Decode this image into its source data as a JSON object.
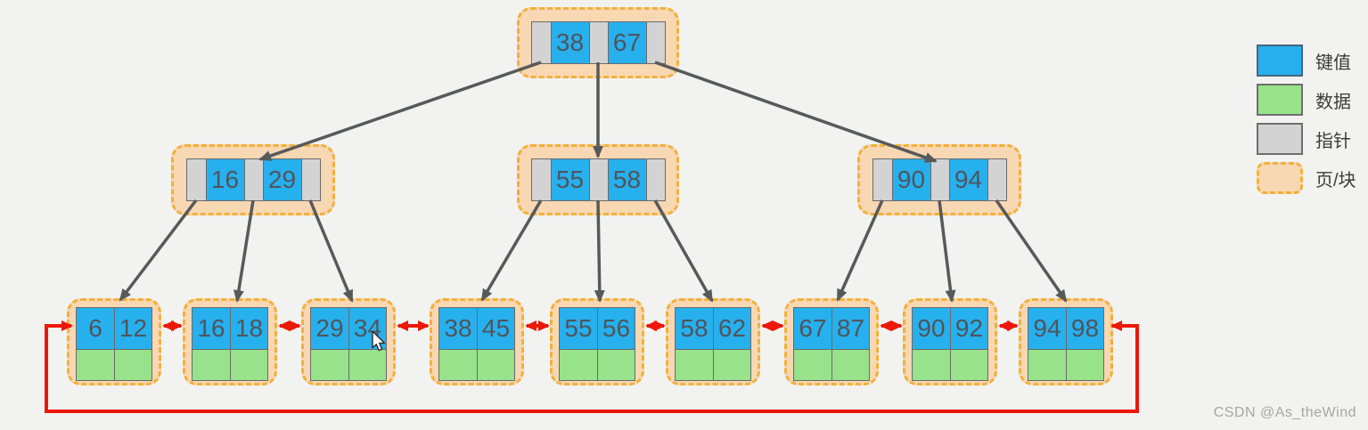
{
  "diagram": {
    "kind": "bplus-tree-index",
    "tree": {
      "root": {
        "keys": [
          "38",
          "67"
        ]
      },
      "internal": [
        {
          "keys": [
            "16",
            "29"
          ]
        },
        {
          "keys": [
            "55",
            "58"
          ]
        },
        {
          "keys": [
            "90",
            "94"
          ]
        }
      ],
      "leaves": [
        {
          "keys": [
            "6",
            "12"
          ]
        },
        {
          "keys": [
            "16",
            "18"
          ]
        },
        {
          "keys": [
            "29",
            "34"
          ]
        },
        {
          "keys": [
            "38",
            "45"
          ]
        },
        {
          "keys": [
            "55",
            "56"
          ]
        },
        {
          "keys": [
            "58",
            "62"
          ]
        },
        {
          "keys": [
            "67",
            "87"
          ]
        },
        {
          "keys": [
            "90",
            "92"
          ]
        },
        {
          "keys": [
            "94",
            "98"
          ]
        }
      ],
      "leaf_chain": "doubly-linked circular list connecting all leaf pages (red arrows)"
    }
  },
  "legend": {
    "items": [
      {
        "id": "key",
        "label": "键值",
        "color": "#27b0ee"
      },
      {
        "id": "data",
        "label": "数据",
        "color": "#97e28a"
      },
      {
        "id": "pointer",
        "label": "指针",
        "color": "#d3d3d3"
      },
      {
        "id": "page",
        "label": "页/块",
        "color": "#f8d7b3",
        "border": "#f0b13a",
        "style": "dashed"
      }
    ]
  },
  "watermark": "CSDN @As_theWind",
  "colors": {
    "background": "#f2f2f1",
    "key_cell": "#27b0ee",
    "data_cell": "#97e28a",
    "pointer_cell": "#d3d3d3",
    "page_fill": "#f8d7b3",
    "page_border": "#f0b13a",
    "tree_arrow": "#58595b",
    "list_arrow": "#ec1808",
    "cell_text": "#4f555c"
  }
}
